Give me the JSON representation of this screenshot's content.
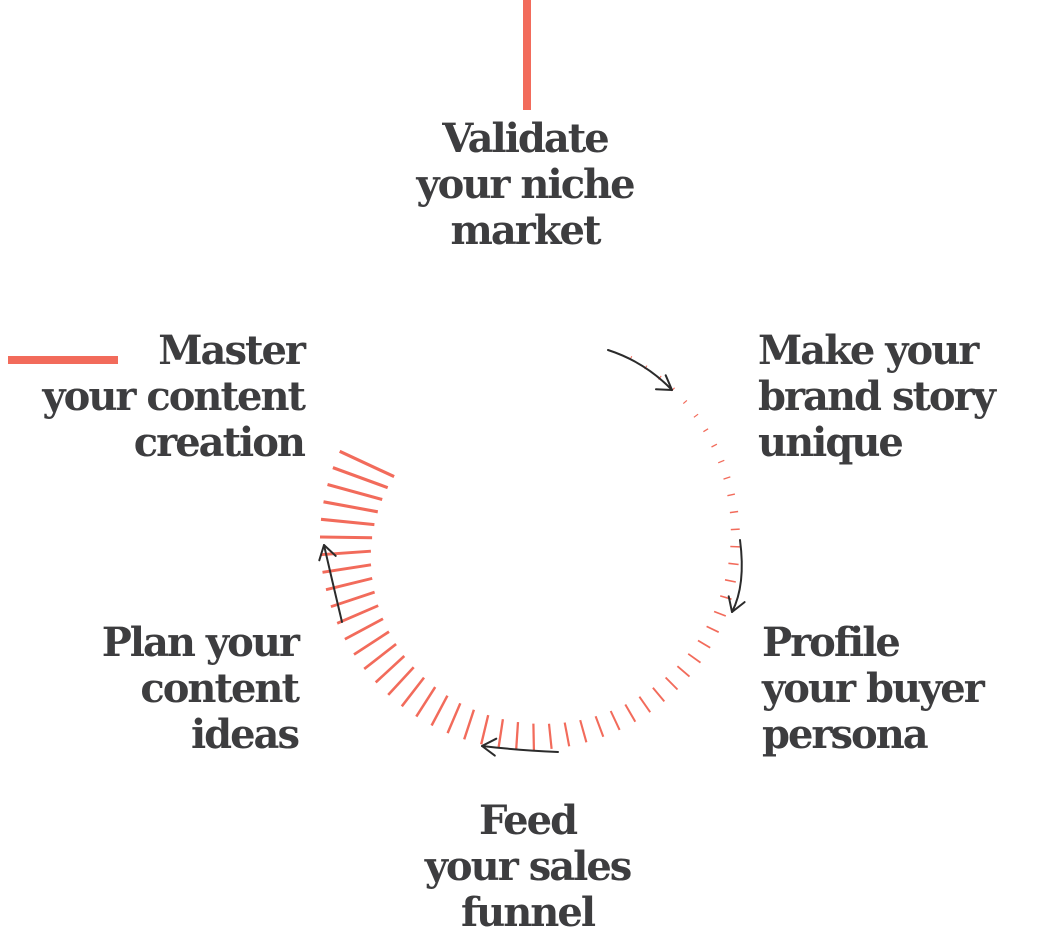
{
  "colors": {
    "accent": "#f26b5b",
    "text": "#3d3d3f",
    "arrow": "#2b2b2b"
  },
  "steps": [
    {
      "id": "validate",
      "lines": [
        "Validate",
        "your niche",
        "market"
      ]
    },
    {
      "id": "brand",
      "lines": [
        "Make your",
        "brand story",
        "unique"
      ]
    },
    {
      "id": "persona",
      "lines": [
        "Profile",
        "your buyer",
        "persona"
      ]
    },
    {
      "id": "funnel",
      "lines": [
        "Feed",
        "your sales",
        "funnel"
      ]
    },
    {
      "id": "plan",
      "lines": [
        "Plan your",
        "content",
        "ideas"
      ]
    },
    {
      "id": "master",
      "lines": [
        "Master",
        "your content",
        "creation"
      ]
    }
  ],
  "progress": {
    "current_step": "master",
    "cycle_direction": "clockwise"
  }
}
